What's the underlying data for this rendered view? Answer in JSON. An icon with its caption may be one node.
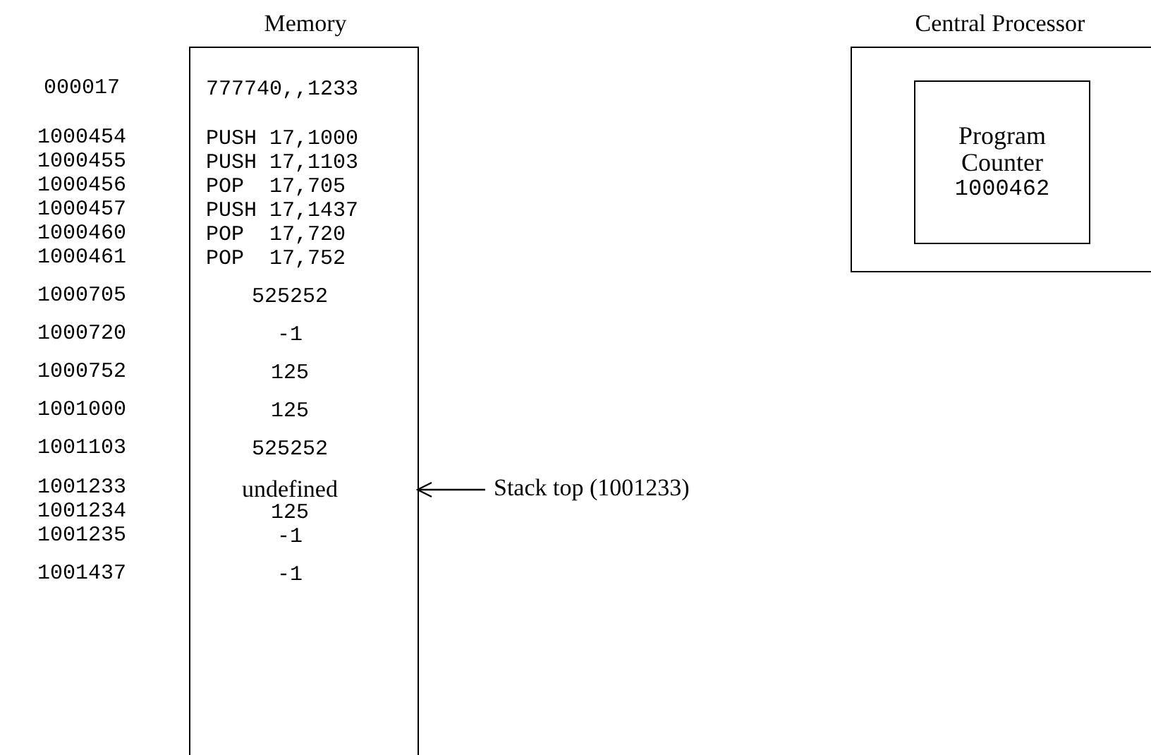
{
  "diagram": {
    "nodes": [
      {
        "text": [
          "Memory"
        ]
      },
      {
        "text": [
          "777740,,1233"
        ],
        "in": 0
      },
      {
        "text": [
          "PUSH 17,1000"
        ],
        "in": 0
      },
      {
        "text": [
          "PUSH 17,1103"
        ],
        "in": 0
      },
      {
        "text": [
          "POP  17,705"
        ],
        "in": 0
      },
      {
        "text": [
          "PUSH 17,1437"
        ],
        "in": 0
      },
      {
        "text": [
          "POP  17,720"
        ],
        "in": 0
      },
      {
        "text": [
          "POP  17,752"
        ],
        "in": 0
      },
      {
        "text": [
          "525252"
        ],
        "in": 0
      },
      {
        "text": [
          "-1"
        ],
        "in": 0
      },
      {
        "text": [
          "125"
        ],
        "in": 0
      },
      {
        "text": [
          "125"
        ],
        "in": 0
      },
      {
        "text": [
          "525252"
        ],
        "in": 0
      },
      {
        "text": [
          "undefined"
        ],
        "in": 0
      },
      {
        "text": [
          "125"
        ],
        "in": 0
      },
      {
        "text": [
          "-1"
        ],
        "in": 0
      },
      {
        "text": [
          "-1"
        ],
        "in": 0
      },
      {
        "text": [
          "Central Processor"
        ]
      },
      {
        "text": [
          "Program Counter",
          "1000462"
        ],
        "in": 17
      },
      {
        "text": [
          "Stack top (1001233)"
        ]
      }
    ],
    "edges": [
      {
        "from": 19,
        "to": 13,
        "arrow": "to"
      }
    ],
    "labels": [
      "000017",
      "1000454",
      "1000455",
      "1000456",
      "1000457",
      "1000460",
      "1000461",
      "1000705",
      "1000720",
      "1000752",
      "1001000",
      "1001103",
      "1001233",
      "1001234",
      "1001235",
      "1001437"
    ]
  }
}
